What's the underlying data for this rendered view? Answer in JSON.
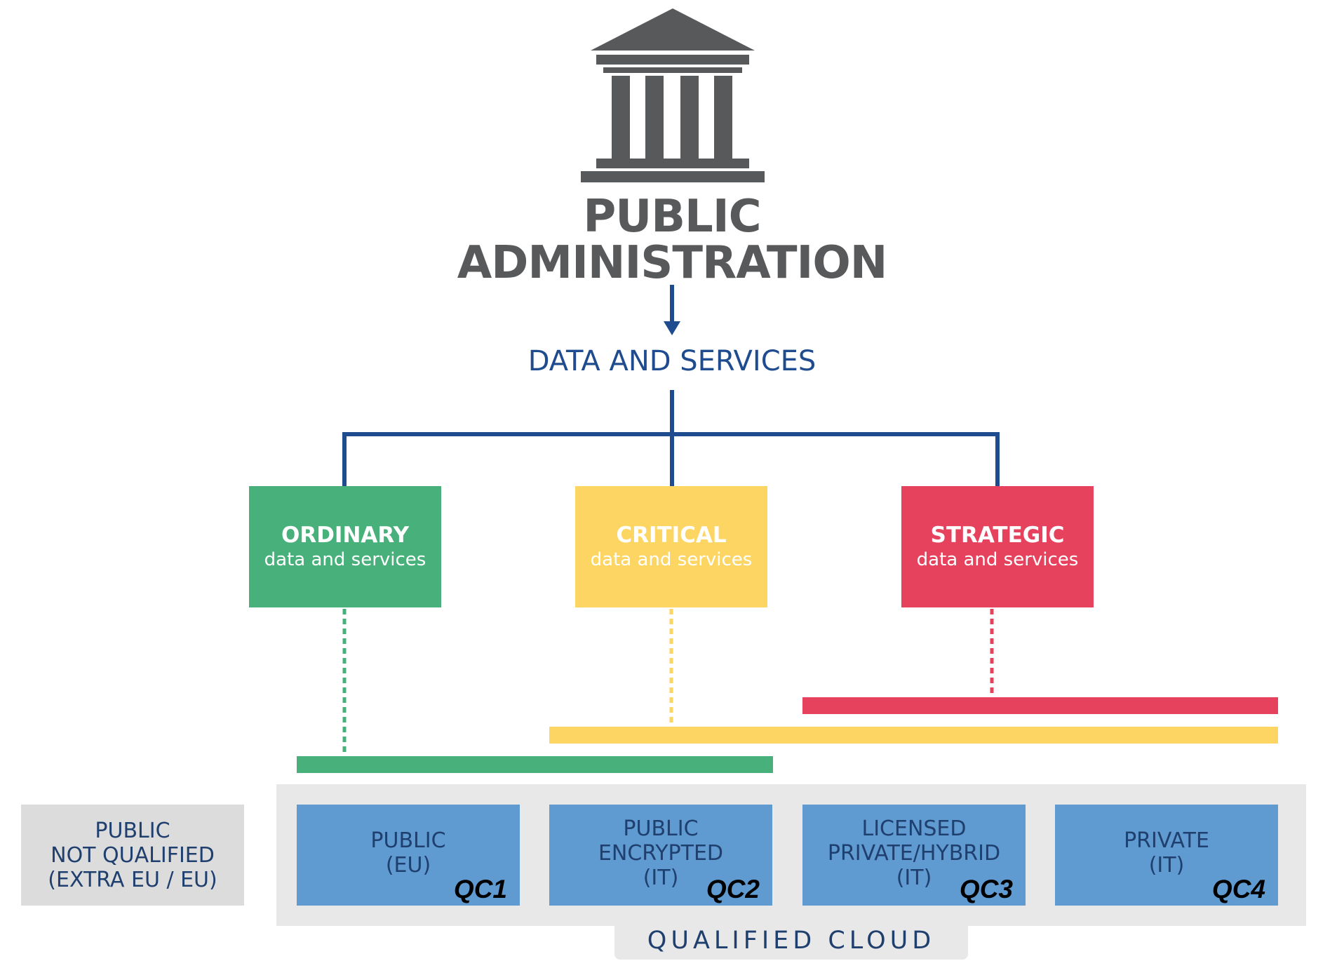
{
  "header": {
    "title_line1": "PUBLIC",
    "title_line2": "ADMINISTRATION",
    "subtitle": "DATA AND SERVICES",
    "icon": "building-icon"
  },
  "categories": [
    {
      "name": "ORDINARY",
      "desc": "data and services",
      "color": "#48b07a"
    },
    {
      "name": "CRITICAL",
      "desc": "data and services",
      "color": "#fdd563"
    },
    {
      "name": "STRATEGIC",
      "desc": "data and services",
      "color": "#e6425e"
    }
  ],
  "not_qualified": {
    "label": "PUBLIC\nNOT QUALIFIED\n(EXTRA EU / EU)"
  },
  "qualified_cloud": {
    "label": "QUALIFIED CLOUD",
    "tiers": [
      {
        "label": "PUBLIC\n(EU)",
        "code": "QC1"
      },
      {
        "label": "PUBLIC\nENCRYPTED\n(IT)",
        "code": "QC2"
      },
      {
        "label": "LICENSED\nPRIVATE/HYBRID\n(IT)",
        "code": "QC3"
      },
      {
        "label": "PRIVATE\n(IT)",
        "code": "QC4"
      }
    ]
  },
  "colors": {
    "connector": "#1f4b8f",
    "title": "#58595b",
    "ordinary": "#48b07a",
    "critical": "#fdd563",
    "strategic": "#e6425e",
    "tier": "#5f9ad1",
    "panel": "#e8e8e9"
  }
}
